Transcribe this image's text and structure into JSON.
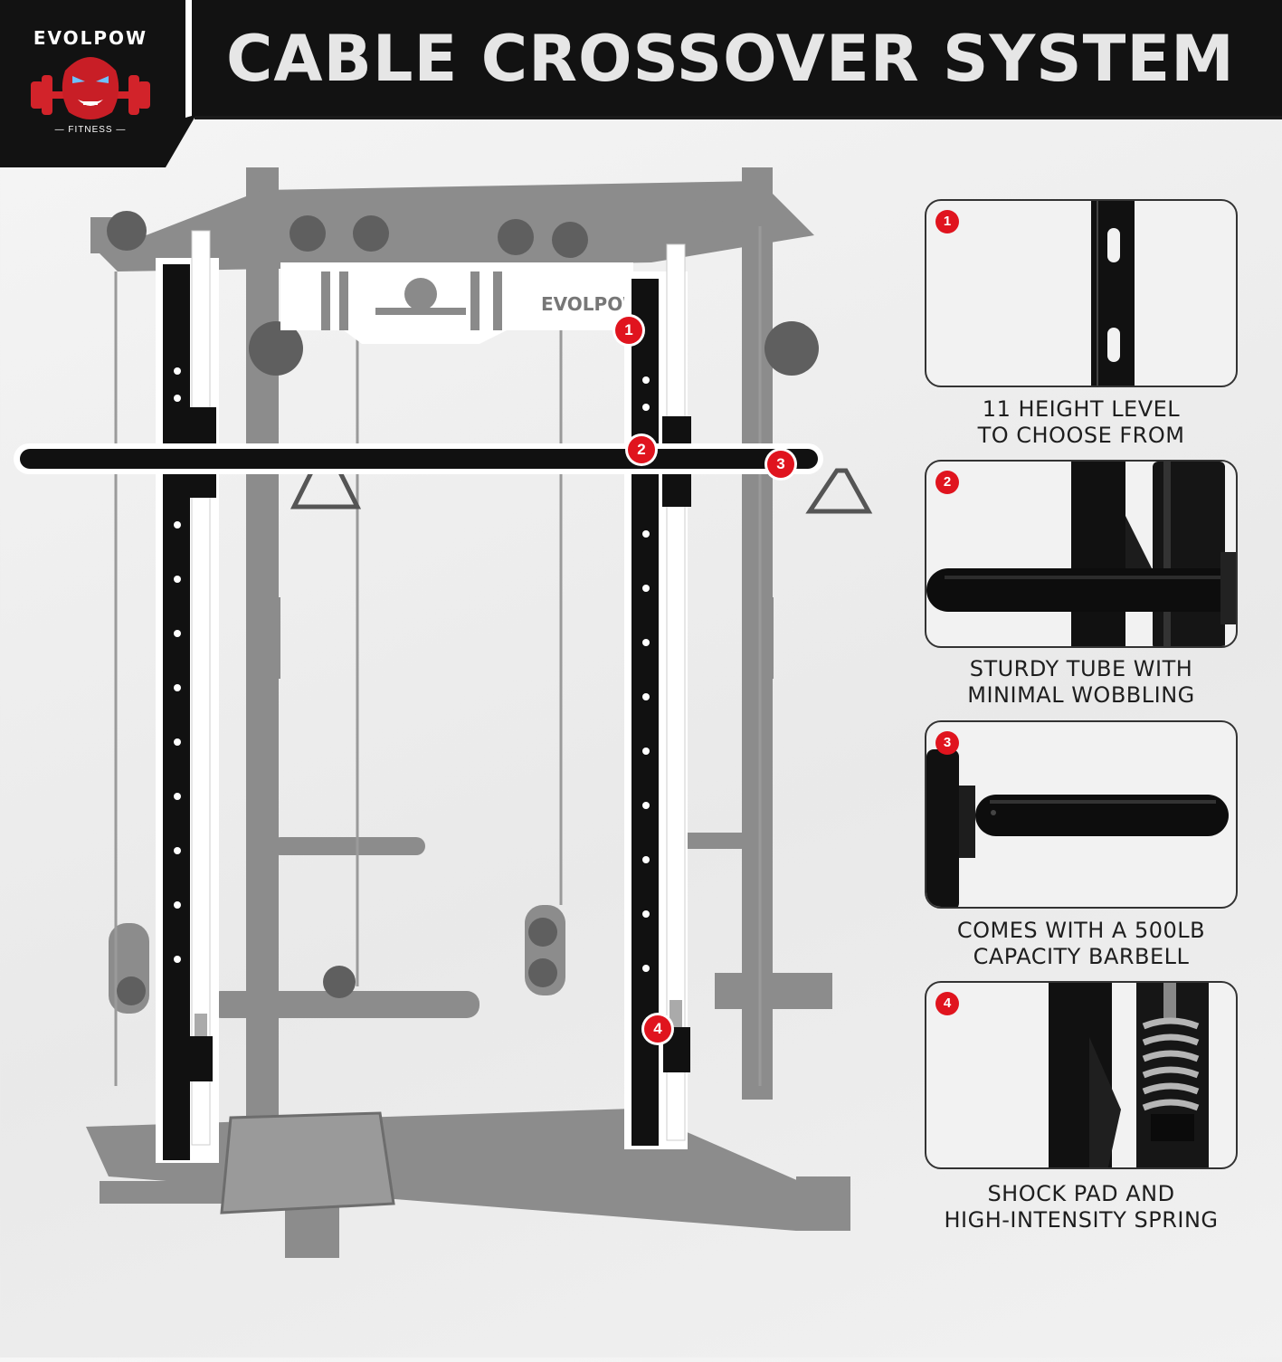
{
  "header": {
    "title": "CABLE CROSSOVER SYSTEM",
    "logo_word": "EVOLPOW",
    "logo_sub": "— FITNESS —"
  },
  "product": {
    "banner_text": "EVOLPOW",
    "markers": [
      "1",
      "2",
      "3",
      "4"
    ]
  },
  "features": [
    {
      "number": "1",
      "line1": "11 HEIGHT LEVEL",
      "line2": "TO CHOOSE FROM"
    },
    {
      "number": "2",
      "line1": "STURDY TUBE WITH",
      "line2": "MINIMAL WOBBLING"
    },
    {
      "number": "3",
      "line1": "COMES WITH A 500LB",
      "line2": "CAPACITY BARBELL"
    },
    {
      "number": "4",
      "line1": "SHOCK PAD AND",
      "line2": "HIGH-INTENSITY SPRING"
    }
  ],
  "colors": {
    "accent": "#e0141e",
    "header_bg": "#121212",
    "frame_gray": "#8a8a8a",
    "rail_black": "#111111"
  },
  "icons": [
    "evolpow-gorilla-logo-icon",
    "barbell-icon"
  ]
}
